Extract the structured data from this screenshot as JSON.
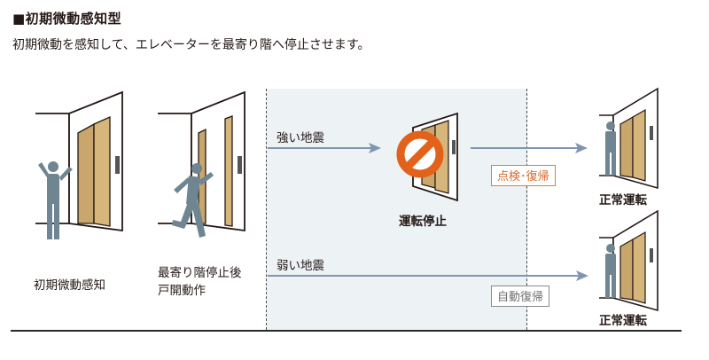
{
  "header": {
    "title": "■初期微動感知型",
    "subtitle": "初期微動を感知して、エレベーターを最寄り階へ停止させます。"
  },
  "steps": [
    {
      "label": "初期微動感知"
    },
    {
      "label_line1": "最寄り階停止後",
      "label_line2": "戸開動作"
    }
  ],
  "branches": [
    {
      "label": "強い地震",
      "stop_label": "運転停止",
      "badge": "点検･復帰",
      "result": "正常運転"
    },
    {
      "label": "弱い地震",
      "badge": "自動復帰",
      "result": "正常運転"
    }
  ],
  "colors": {
    "arrow": "#8096b0",
    "door_gold": "#c9a66b",
    "prohibit_orange": "#e2621c",
    "person": "#6f8591",
    "badge_orange": "#e07b39",
    "badge_gray": "#8a8a8a",
    "panel_bg": "#edf2f5"
  },
  "icons": [
    "elevator-icon",
    "person-surprised-icon",
    "person-running-icon",
    "person-standing-icon",
    "prohibit-icon",
    "arrow-right-icon"
  ]
}
